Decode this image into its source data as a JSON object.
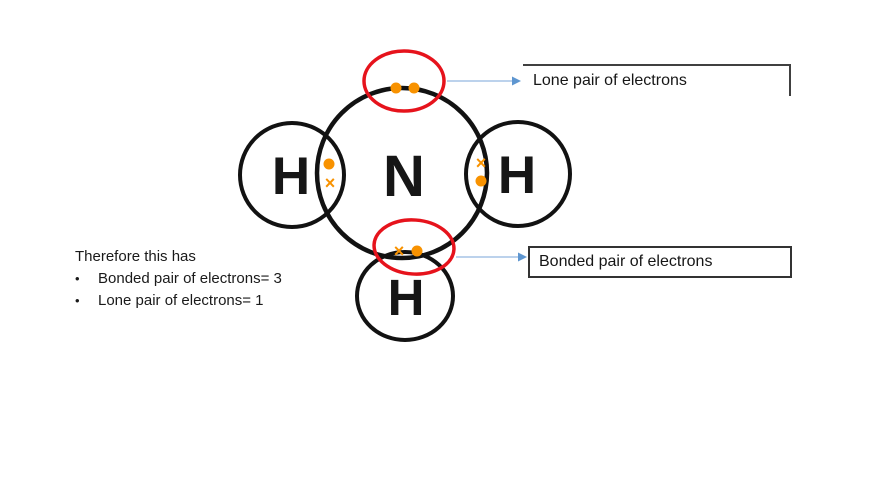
{
  "diagram": {
    "atoms": {
      "center": "N",
      "left": "H",
      "right": "H",
      "bottom": "H"
    },
    "cross_symbol": "×"
  },
  "labels": {
    "lone_pair": "Lone pair of electrons",
    "bonded_pair": "Bonded pair of electrons"
  },
  "notes": {
    "intro": "Therefore this has",
    "bullet": "•",
    "items": [
      "Bonded pair of electrons= 3",
      "Lone pair of electrons= 1"
    ]
  },
  "colors": {
    "ink_black": "#121212",
    "electron_orange": "#F89200",
    "highlight_red": "#E6131C",
    "arrow_blue": "#A6C4E6",
    "arrow_head_blue": "#5E96D0"
  }
}
